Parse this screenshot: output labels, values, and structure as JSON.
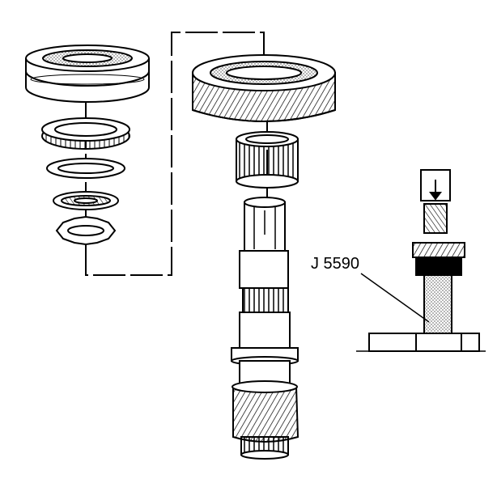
{
  "diagram": {
    "tool_label": "J 5590",
    "components": [
      {
        "name": "synchronizer-sleeve-hub-assembly",
        "icon": "sync-hub-icon"
      },
      {
        "name": "blocking-ring",
        "icon": "blocking-ring-icon"
      },
      {
        "name": "wave-spring-washer",
        "icon": "washer-icon"
      },
      {
        "name": "thrust-washer",
        "icon": "thrust-washer-icon"
      },
      {
        "name": "retainer-ring",
        "icon": "retainer-icon"
      },
      {
        "name": "helical-gear",
        "icon": "helical-gear-icon"
      },
      {
        "name": "needle-bearing",
        "icon": "needle-bearing-icon"
      },
      {
        "name": "main-shaft",
        "icon": "shaft-icon"
      },
      {
        "name": "press-tool-setup",
        "icon": "press-icon"
      }
    ],
    "colors": {
      "ink": "#000000",
      "paper": "#ffffff"
    }
  }
}
